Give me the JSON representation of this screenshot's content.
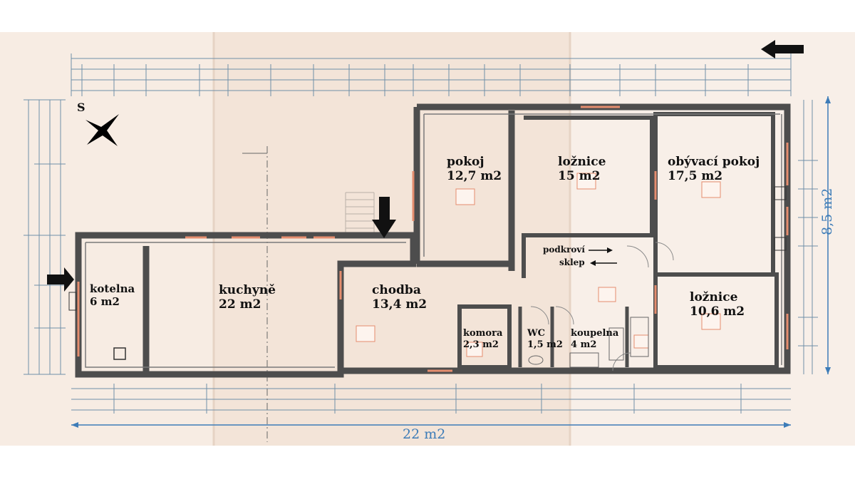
{
  "compass_label": "S",
  "rooms": [
    {
      "id": "kotelna",
      "name": "kotelna",
      "area": "6 m2"
    },
    {
      "id": "kuchyne",
      "name": "kuchyně",
      "area": "22 m2"
    },
    {
      "id": "chodba",
      "name": "chodba",
      "area": "13,4 m2"
    },
    {
      "id": "pokoj",
      "name": "pokoj",
      "area": "12,7 m2"
    },
    {
      "id": "loznice-1",
      "name": "ložnice",
      "area": "15 m2"
    },
    {
      "id": "obyvaci",
      "name": "obývací pokoj",
      "area": "17,5 m2"
    },
    {
      "id": "loznice-2",
      "name": "ložnice",
      "area": "10,6 m2"
    },
    {
      "id": "komora",
      "name": "komora",
      "area": "2,3 m2"
    },
    {
      "id": "wc",
      "name": "WC",
      "area": "1,5 m2"
    },
    {
      "id": "koupelna",
      "name": "koupelna",
      "area": "4 m2"
    }
  ],
  "stairs": {
    "up": "podkroví",
    "down": "sklep"
  },
  "dimensions": {
    "width": "22 m2",
    "height": "8,5 m2"
  },
  "colors": {
    "dimension": "#3d7cb8",
    "wall": "#555555",
    "paper": "#f6e9df",
    "arrow": "#111111"
  }
}
